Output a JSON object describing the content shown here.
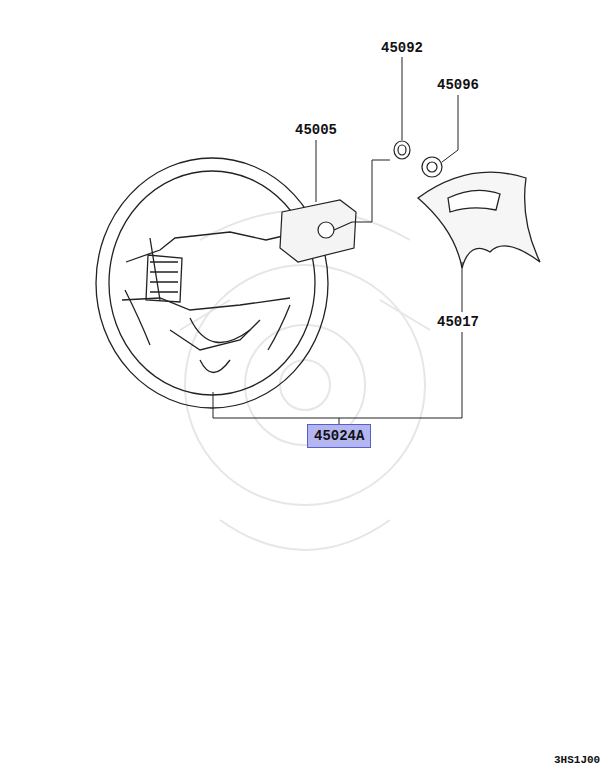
{
  "diagram": {
    "nodes": [
      {
        "text": [
          "45024A"
        ]
      }
    ],
    "labels": [
      "45092",
      "45096",
      "45005",
      "45017",
      "3HS1J00"
    ]
  }
}
